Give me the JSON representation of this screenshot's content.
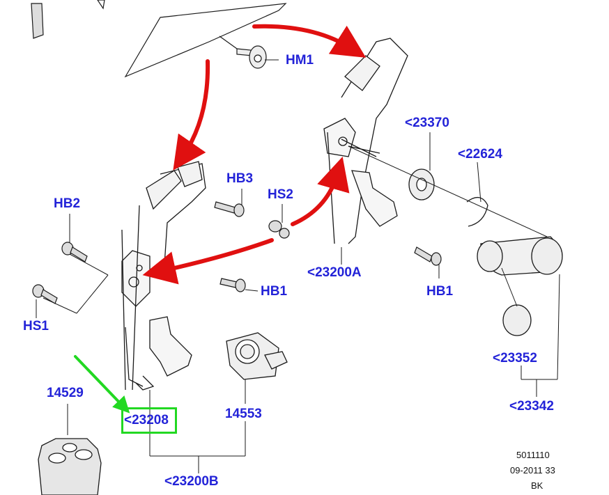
{
  "callouts": {
    "hm1": "HM1",
    "hb3": "HB3",
    "hb2": "HB2",
    "hs2": "HS2",
    "hb1_left": "HB1",
    "hs1": "HS1",
    "hb1_right": "HB1",
    "p23370": "<23370",
    "p22624": "<22624",
    "p23200a": "<23200A",
    "p23352": "<23352",
    "p23342": "<23342",
    "p14529": "14529",
    "p23208": "<23208",
    "p14553": "14553",
    "p23200b": "<23200B"
  },
  "footer": {
    "code": "5011110",
    "date": "09-2011 33",
    "suffix": "BK"
  },
  "colors": {
    "callout_text": "#2323d8",
    "flow_arrow": "#e01010",
    "highlight": "#22d822",
    "line_art": "#1a1a1a"
  },
  "icons": [
    "red-flow-arrow",
    "green-pointer-arrow",
    "highlight-box"
  ]
}
